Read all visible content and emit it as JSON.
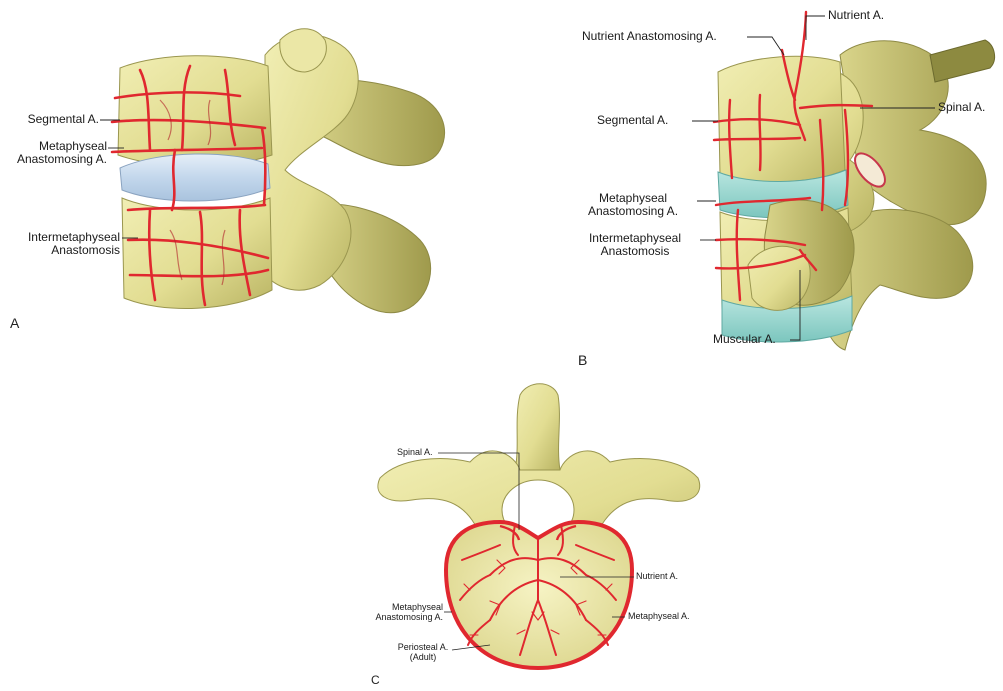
{
  "panels": [
    {
      "letter": "A",
      "labels": [
        "Segmental A.",
        "Metaphyseal Anastomosing A.",
        "Intermetaphyseal Anastomosis"
      ]
    },
    {
      "letter": "B",
      "labels": [
        "Nutrient A.",
        "Nutrient Anastomosing A.",
        "Spinal A.",
        "Segmental A.",
        "Metaphyseal Anastomosing A.",
        "Intermetaphyseal Anastomosis",
        "Muscular A."
      ]
    },
    {
      "letter": "C",
      "labels": [
        "Spinal A.",
        "Nutrient A.",
        "Metaphyseal Anastomosing A.",
        "Metaphyseal A.",
        "Periosteal A. (Adult)"
      ]
    }
  ],
  "colors": {
    "bone": "#e6e29a",
    "bone_shade": "#b5b35d",
    "artery": "#e0282f",
    "disc_blue": "#c5d9ee",
    "disc_teal": "#8fd3cc",
    "background": "#ffffff"
  }
}
